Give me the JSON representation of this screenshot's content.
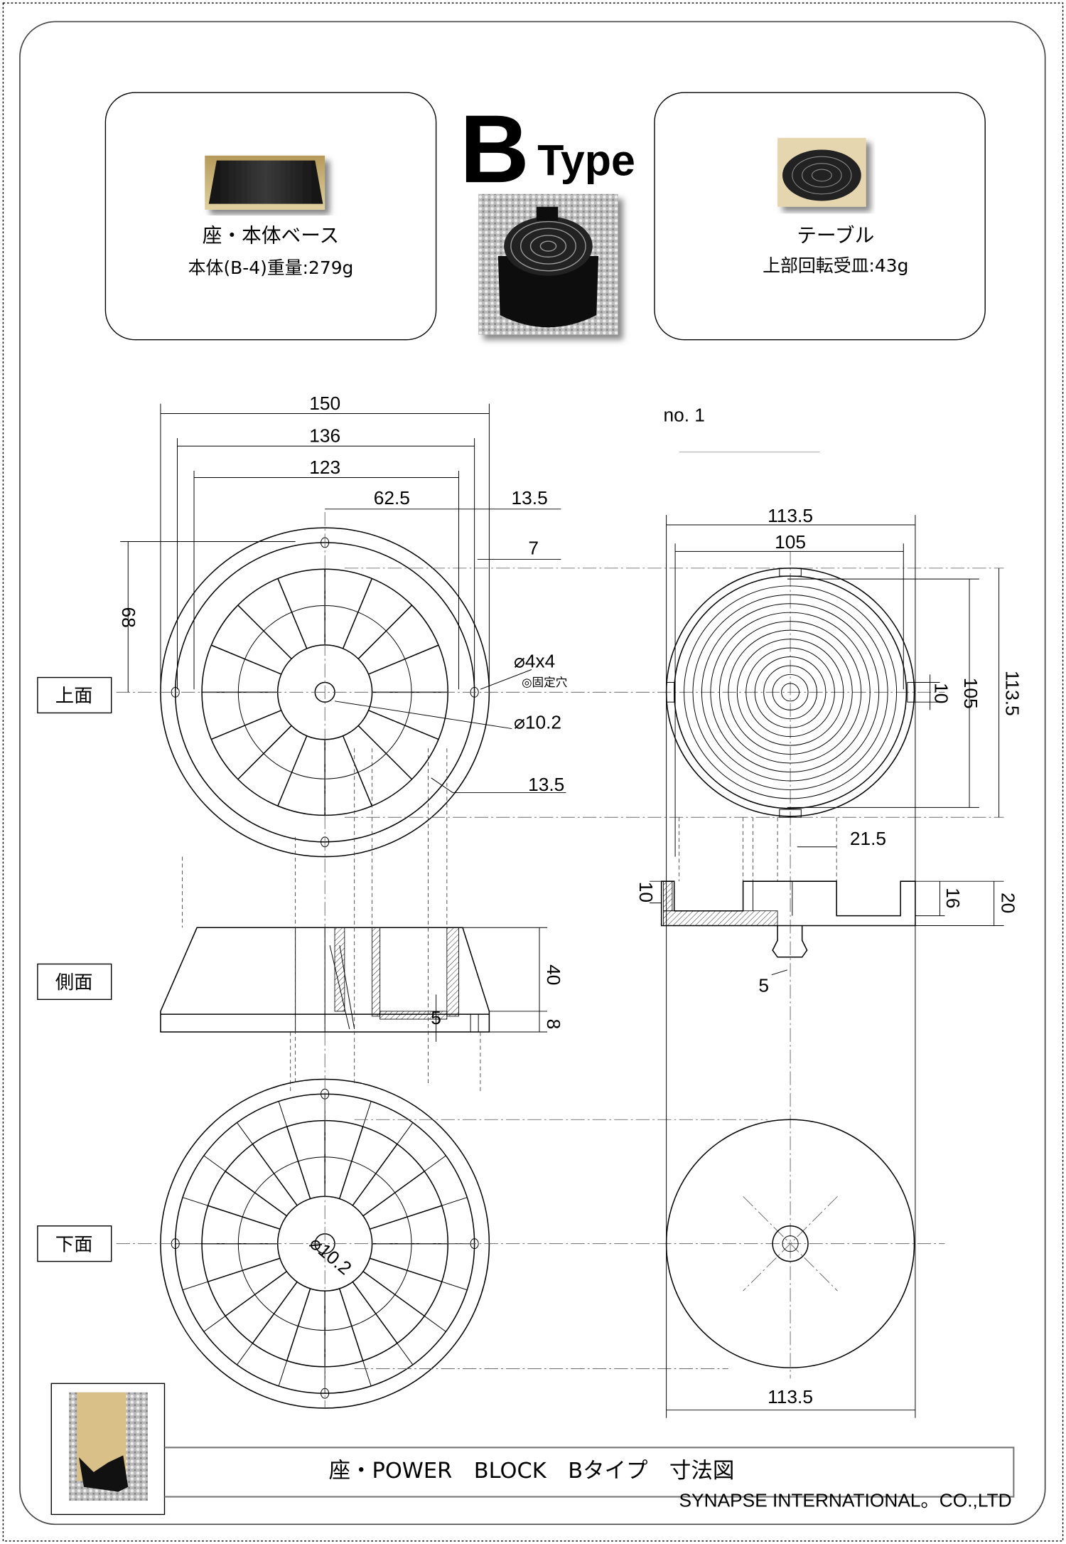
{
  "header": {
    "title_letter": "B",
    "title_word": "Type"
  },
  "left_card": {
    "name": "座・本体ベース",
    "weight": "本体(B-4)重量:279g"
  },
  "right_card": {
    "name": "テーブル",
    "weight": "上部回転受皿:43g"
  },
  "view_labels": {
    "top": "上面",
    "side": "側面",
    "bottom": "下面"
  },
  "sheet_no": "no. 1",
  "dimensions": {
    "d150": "150",
    "d136": "136",
    "d123": "123",
    "d62_5": "62.5",
    "d13_5_top": "13.5",
    "d7": "7",
    "d68": "68",
    "hole": "⌀4x4",
    "hole_note": "◎固定穴",
    "center_hole": "⌀10.2",
    "d13_5_ring": "13.5",
    "d40": "40",
    "d8": "8",
    "d5_side": "5",
    "table_113_5": "113.5",
    "table_105": "105",
    "table_v105": "105",
    "table_v113_5": "113.5",
    "table_10": "10",
    "table_21_5": "21.5",
    "sec_10": "10",
    "sec_16": "16",
    "sec_20": "20",
    "sec_5": "5",
    "bottom_center_hole": "⌀10.2",
    "bottom_113_5": "113.5"
  },
  "footer": {
    "title": "座・POWER　BLOCK　Bタイプ　寸法図",
    "company": "SYNAPSE INTERNATIONAL。CO.,LTD"
  }
}
